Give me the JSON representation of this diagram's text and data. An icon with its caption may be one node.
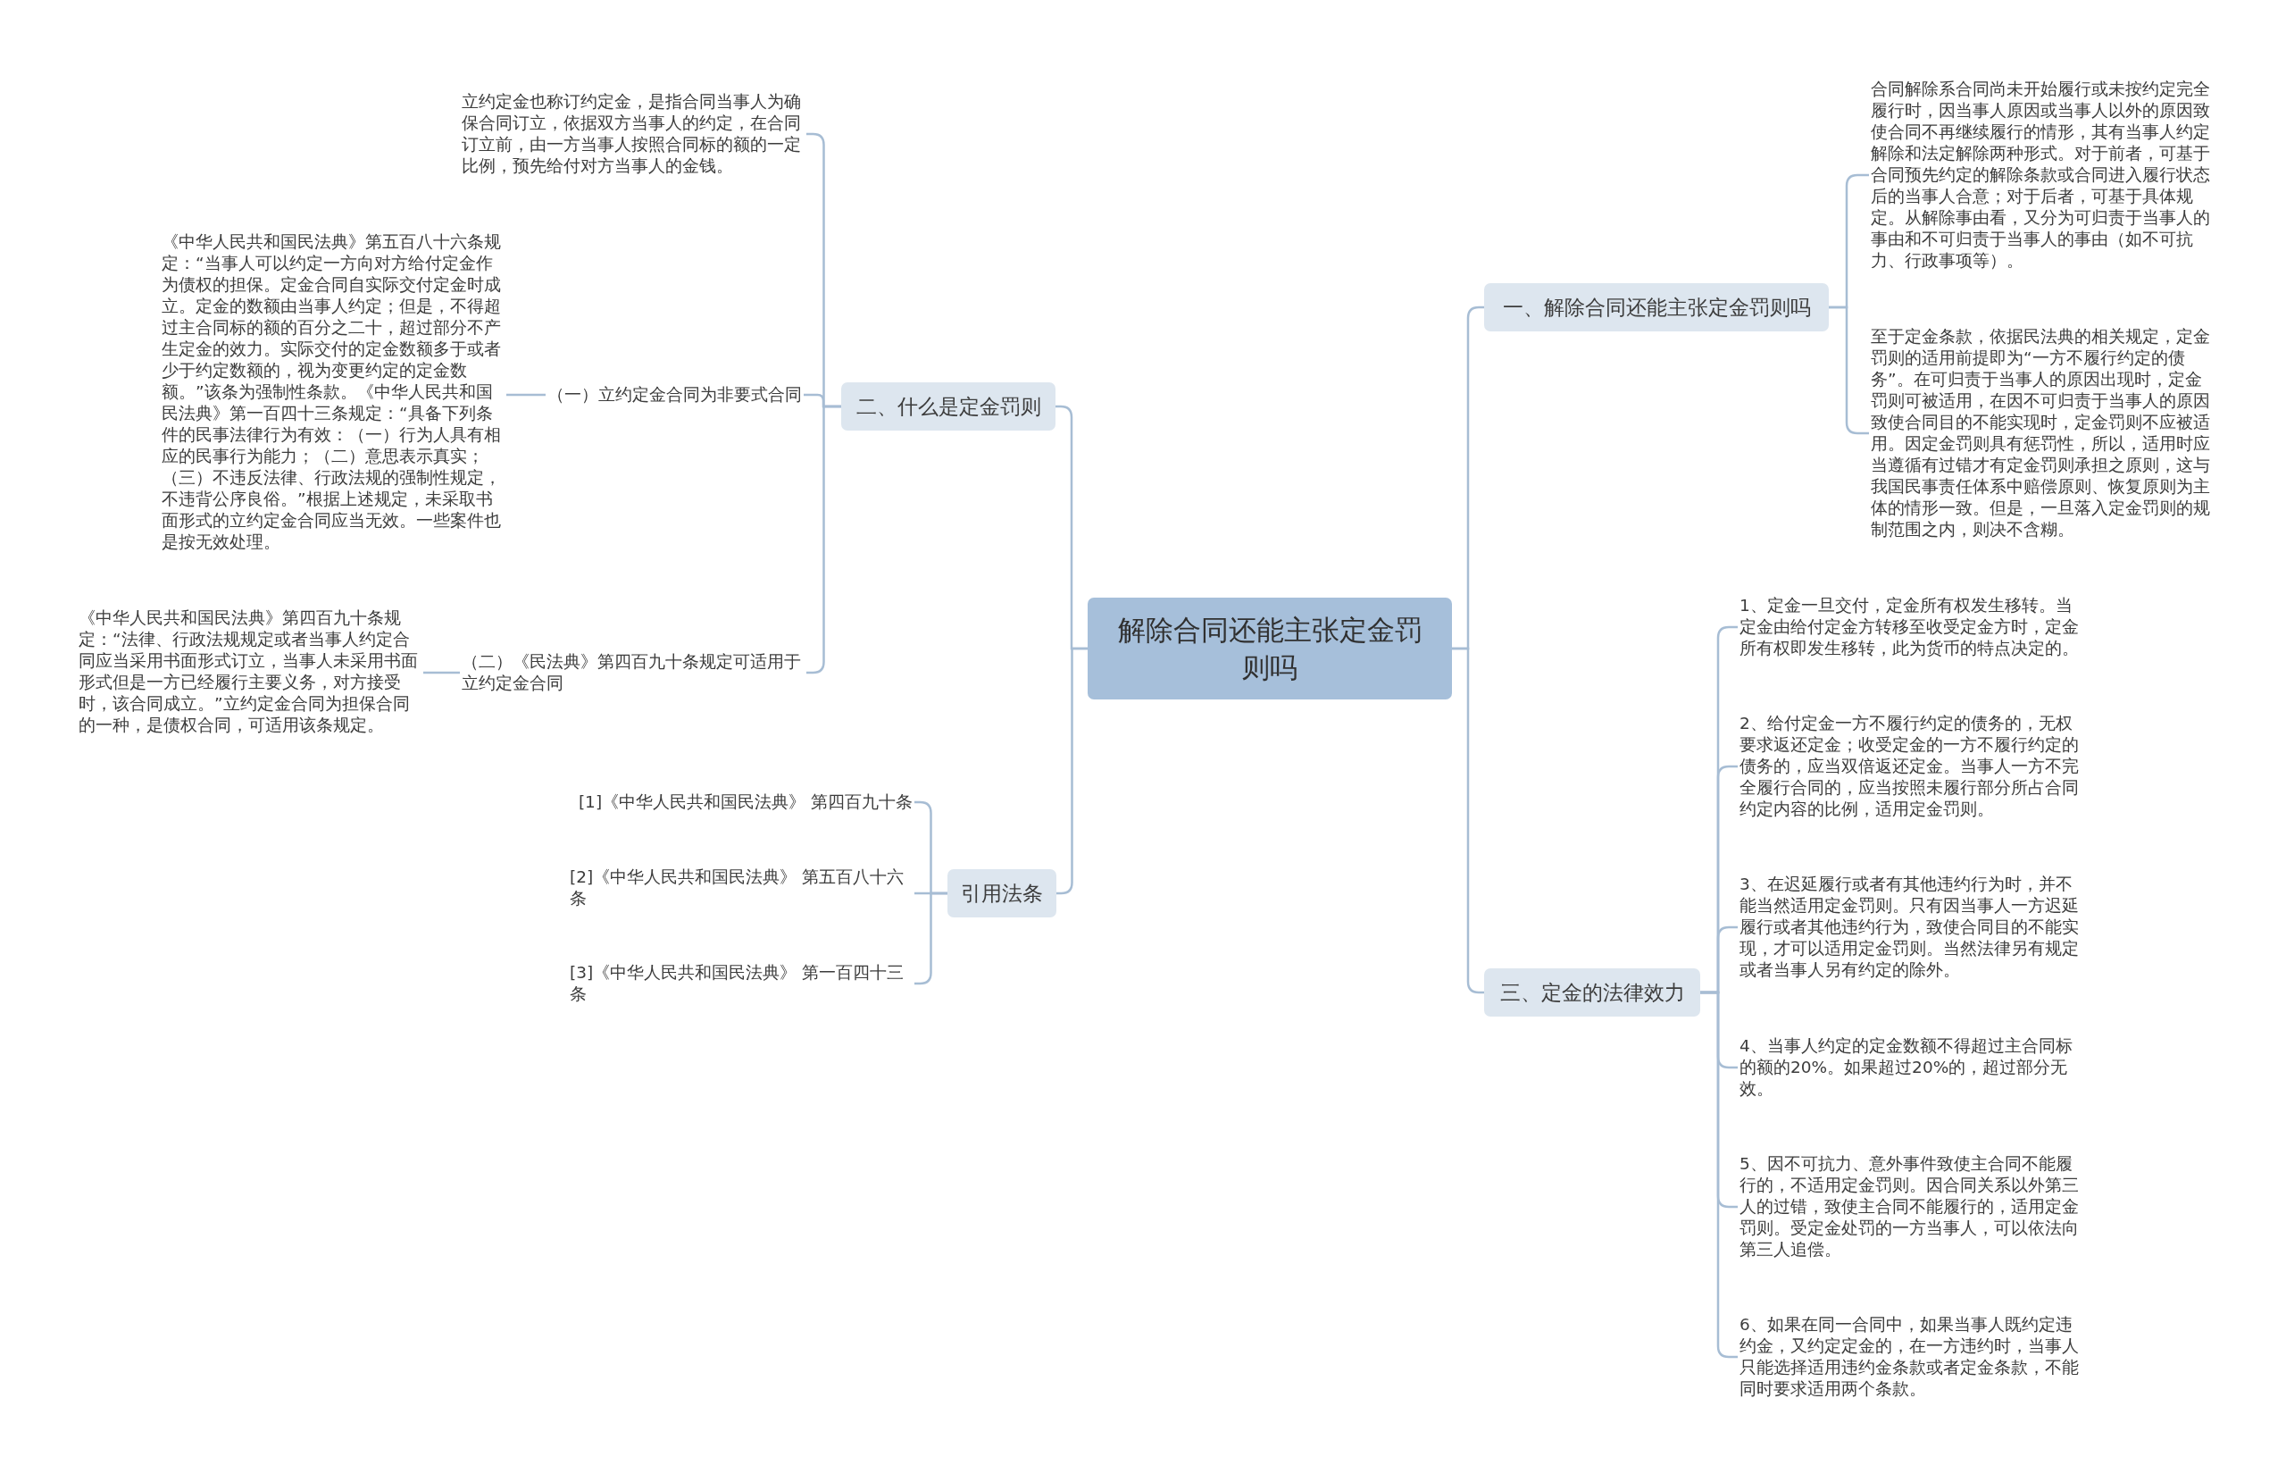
{
  "diagram": {
    "nodes": [
      {
        "text": [
          "解除合同还能主张定金罚则吗"
        ]
      },
      {
        "text": [
          "一、解除合同还能主张定金罚则吗"
        ]
      },
      {
        "text": [
          "合同解除系合同尚未开始履行或未按约定完全履行时，因当事人原因或当事人以外的原因致使合同不再继续履行的情形，其有当事人约定解除和法定解除两种形式。对于前者，可基于合同预先约定的解除条款或合同进入履行状态后的当事人合意；对于后者，可基于具体规定。从解除事由看，又分为可归责于当事人的事由和不可归责于当事人的事由（如不可抗力、行政事项等）。"
        ]
      },
      {
        "text": [
          "至于定金条款，依据民法典的相关规定，定金罚则的适用前提即为“一方不履行约定的债务”。在可归责于当事人的原因出现时，定金罚则可被适用，在因不可归责于当事人的原因致使合同目的不能实现时，定金罚则不应被适用。因定金罚则具有惩罚性，所以，适用时应当遵循有过错才有定金罚则承担之原则，这与我国民事责任体系中赔偿原则、恢复原则为主体的情形一致。但是，一旦落入定金罚则的规制范围之内，则决不含糊。"
        ]
      },
      {
        "text": [
          "三、定金的法律效力"
        ]
      },
      {
        "text": [
          "1、定金一旦交付，定金所有权发生移转。当定金由给付定金方转移至收受定金方时，定金所有权即发生移转，此为货币的特点决定的。"
        ]
      },
      {
        "text": [
          "2、给付定金一方不履行约定的债务的，无权要求返还定金；收受定金的一方不履行约定的债务的，应当双倍返还定金。当事人一方不完全履行合同的，应当按照未履行部分所占合同约定内容的比例，适用定金罚则。"
        ]
      },
      {
        "text": [
          "3、在迟延履行或者有其他违约行为时，并不能当然适用定金罚则。只有因当事人一方迟延履行或者其他违约行为，致使合同目的不能实现，才可以适用定金罚则。当然法律另有规定或者当事人另有约定的除外。"
        ]
      },
      {
        "text": [
          "4、当事人约定的定金数额不得超过主合同标的额的20%。如果超过20%的，超过部分无效。"
        ]
      },
      {
        "text": [
          "5、因不可抗力、意外事件致使主合同不能履行的，不适用定金罚则。因合同关系以外第三人的过错，致使主合同不能履行的，适用定金罚则。受定金处罚的一方当事人，可以依法向第三人追偿。"
        ]
      },
      {
        "text": [
          "6、如果在同一合同中，如果当事人既约定违约金，又约定定金的，在一方违约时，当事人只能选择适用违约金条款或者定金条款，不能同时要求适用两个条款。"
        ]
      },
      {
        "text": [
          "二、什么是定金罚则"
        ]
      },
      {
        "text": [
          "立约定金也称订约定金，是指合同当事人为确保合同订立，依据双方当事人的约定，在合同订立前，由一方当事人按照合同标的额的一定比例，预先给付对方当事人的金钱。"
        ]
      },
      {
        "text": [
          "（一）立约定金合同为非要式合同"
        ]
      },
      {
        "text": [
          "《中华人民共和国民法典》第五百八十六条规定：“当事人可以约定一方向对方给付定金作为债权的担保。定金合同自实际交付定金时成立。定金的数额由当事人约定；但是，不得超过主合同标的额的百分之二十，超过部分不产生定金的效力。实际交付的定金数额多于或者少于约定数额的，视为变更约定的定金数额。”该条为强制性条款。《中华人民共和国民法典》第一百四十三条规定：“具备下列条件的民事法律行为有效：（一）行为人具有相应的民事行为能力；（二）意思表示真实；（三）不违反法律、行政法规的强制性规定，不违背公序良俗。”根据上述规定，未采取书面形式的立约定金合同应当无效。一些案件也是按无效处理。"
        ]
      },
      {
        "text": [
          "（二）《民法典》第四百九十条规定可适用于立约定金合同"
        ]
      },
      {
        "text": [
          "《中华人民共和国民法典》第四百九十条规定：“法律、行政法规规定或者当事人约定合同应当采用书面形式订立，当事人未采用书面形式但是一方已经履行主要义务，对方接受时，该合同成立。”立约定金合同为担保合同的一种，是债权合同，可适用该条规定。"
        ]
      },
      {
        "text": [
          "引用法条"
        ]
      },
      {
        "text": [
          "[1]《中华人民共和国民法典》 第四百九十条"
        ]
      },
      {
        "text": [
          "[2]《中华人民共和国民法典》 第五百八十六条"
        ]
      },
      {
        "text": [
          "[3]《中华人民共和国民法典》 第一百四十三条"
        ]
      }
    ],
    "edges": [
      {
        "from": 0,
        "to": 1,
        "arrow": "none"
      },
      {
        "from": 1,
        "to": 2,
        "arrow": "none"
      },
      {
        "from": 1,
        "to": 3,
        "arrow": "none"
      },
      {
        "from": 0,
        "to": 4,
        "arrow": "none"
      },
      {
        "from": 4,
        "to": 5,
        "arrow": "none"
      },
      {
        "from": 4,
        "to": 6,
        "arrow": "none"
      },
      {
        "from": 4,
        "to": 7,
        "arrow": "none"
      },
      {
        "from": 4,
        "to": 8,
        "arrow": "none"
      },
      {
        "from": 4,
        "to": 9,
        "arrow": "none"
      },
      {
        "from": 4,
        "to": 10,
        "arrow": "none"
      },
      {
        "from": 0,
        "to": 11,
        "arrow": "none"
      },
      {
        "from": 11,
        "to": 12,
        "arrow": "none"
      },
      {
        "from": 11,
        "to": 13,
        "arrow": "none"
      },
      {
        "from": 13,
        "to": 14,
        "arrow": "none"
      },
      {
        "from": 11,
        "to": 15,
        "arrow": "none"
      },
      {
        "from": 15,
        "to": 16,
        "arrow": "none"
      },
      {
        "from": 0,
        "to": 17,
        "arrow": "none"
      },
      {
        "from": 17,
        "to": 18,
        "arrow": "none"
      },
      {
        "from": 17,
        "to": 19,
        "arrow": "none"
      },
      {
        "from": 17,
        "to": 20,
        "arrow": "none"
      }
    ]
  }
}
